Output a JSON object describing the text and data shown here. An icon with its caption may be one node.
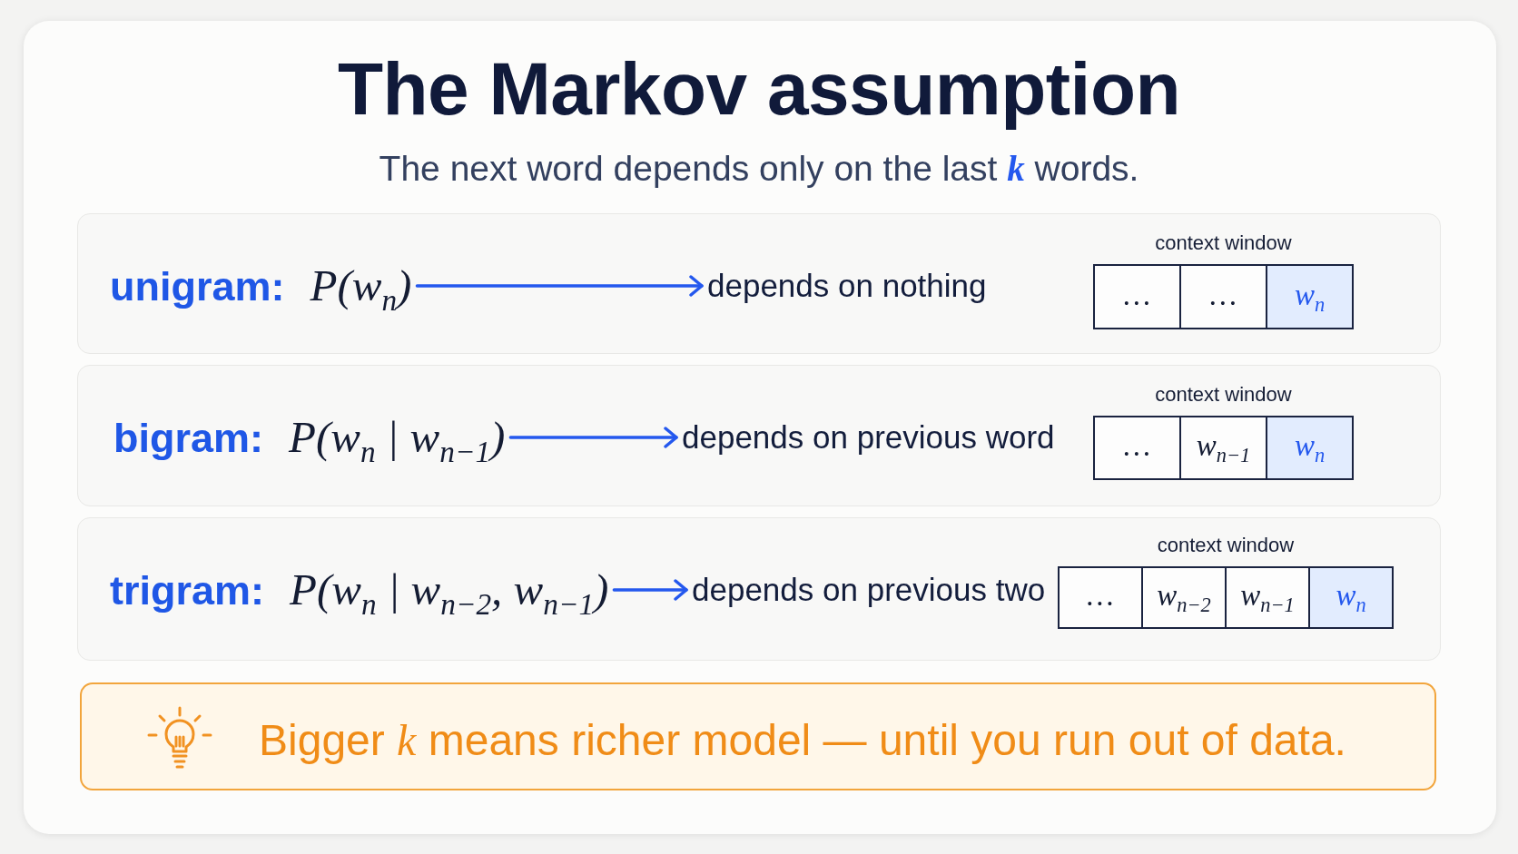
{
  "diagram": {
    "title": "The Markov assumption",
    "nodes": [
      {
        "text": [],
        "shape": "box"
      },
      {
        "text": [
          "unigram:",
          "P(w$_{n}$)"
        ],
        "in": 0
      },
      {
        "text": [
          "depends on nothing"
        ],
        "in": 0
      },
      {
        "text": [
          "context window"
        ],
        "in": 0
      },
      {
        "text": [
          "…"
        ],
        "in": 3
      },
      {
        "text": [
          "…"
        ],
        "in": 3
      },
      {
        "text": [
          "w$_{n}$"
        ],
        "in": 3
      },
      {
        "text": [],
        "shape": "box"
      },
      {
        "text": [
          "bigram:",
          "P(w$_{n}$ | w$_{n−1}$)"
        ],
        "in": 7
      },
      {
        "text": [
          "depends on previous word"
        ],
        "in": 7
      },
      {
        "text": [
          "context window"
        ],
        "in": 7
      },
      {
        "text": [
          "…"
        ],
        "in": 10
      },
      {
        "text": [
          "w$_{n−1}$"
        ],
        "in": 10
      },
      {
        "text": [
          "w$_{n}$"
        ],
        "in": 10
      },
      {
        "text": [],
        "shape": "box"
      },
      {
        "text": [
          "trigram:",
          "P(w$_{n}$ | w$_{n−2}$, w$_{n−1}$)"
        ],
        "in": 14
      },
      {
        "text": [
          "depends on previous two"
        ],
        "in": 14
      },
      {
        "text": [
          "context window"
        ],
        "in": 14
      },
      {
        "text": [
          "…"
        ],
        "in": 17
      },
      {
        "text": [
          "w$_{n−2}$"
        ],
        "in": 17
      },
      {
        "text": [
          "w$_{n−1}$"
        ],
        "in": 17
      },
      {
        "text": [
          "w$_{n}$"
        ],
        "in": 17
      },
      {
        "text": [
          "Bigger *k* means richer model — until you run out of data."
        ]
      }
    ],
    "edges": [
      {
        "from": 1,
        "to": 2,
        "arrow": "to"
      },
      {
        "from": 8,
        "to": 9,
        "arrow": "to"
      },
      {
        "from": 15,
        "to": 16,
        "arrow": "to"
      }
    ],
    "labels": [
      "The next word depends only on the last *k* words."
    ]
  }
}
